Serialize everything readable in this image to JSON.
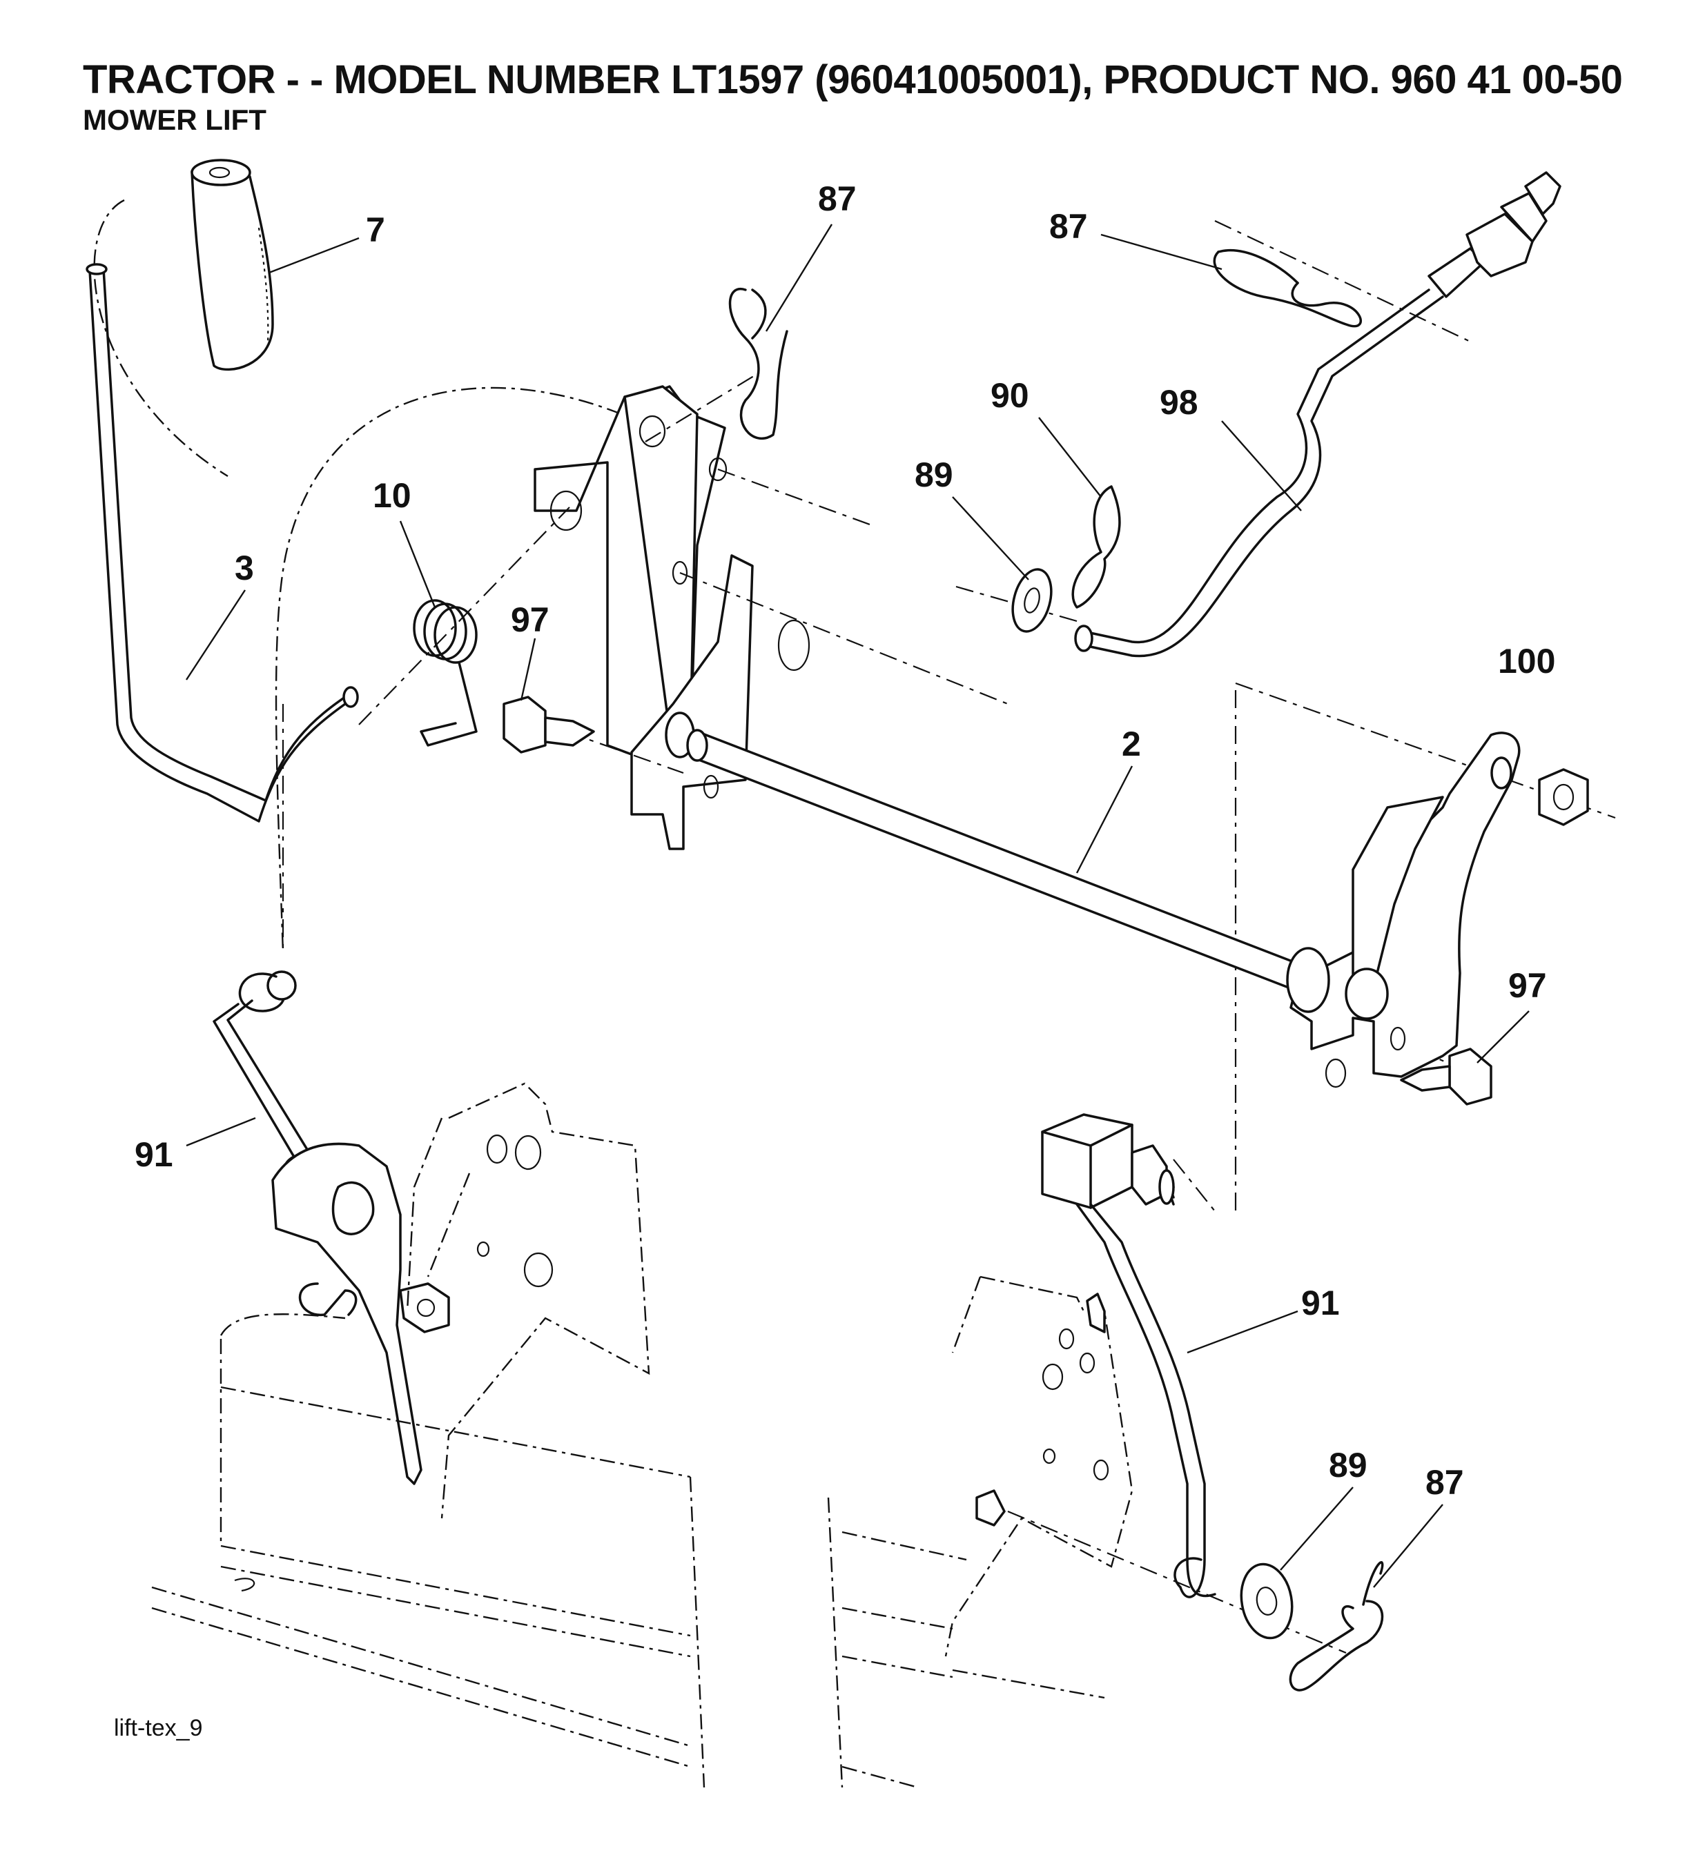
{
  "header": {
    "title": "TRACTOR - - MODEL NUMBER LT1597 (96041005001), PRODUCT NO. 960 41 00-50",
    "subtitle": "MOWER LIFT"
  },
  "footer": {
    "code": "lift-tex_9"
  },
  "callouts": [
    {
      "id": "c7",
      "text": "7"
    },
    {
      "id": "c87a",
      "text": "87"
    },
    {
      "id": "c87b",
      "text": "87"
    },
    {
      "id": "c90",
      "text": "90"
    },
    {
      "id": "c98",
      "text": "98"
    },
    {
      "id": "c89a",
      "text": "89"
    },
    {
      "id": "c10",
      "text": "10"
    },
    {
      "id": "c3",
      "text": "3"
    },
    {
      "id": "c97a",
      "text": "97"
    },
    {
      "id": "c100",
      "text": "100"
    },
    {
      "id": "c2",
      "text": "2"
    },
    {
      "id": "c97b",
      "text": "97"
    },
    {
      "id": "c91a",
      "text": "91"
    },
    {
      "id": "c91b",
      "text": "91"
    },
    {
      "id": "c89b",
      "text": "89"
    },
    {
      "id": "c87c",
      "text": "87"
    }
  ]
}
